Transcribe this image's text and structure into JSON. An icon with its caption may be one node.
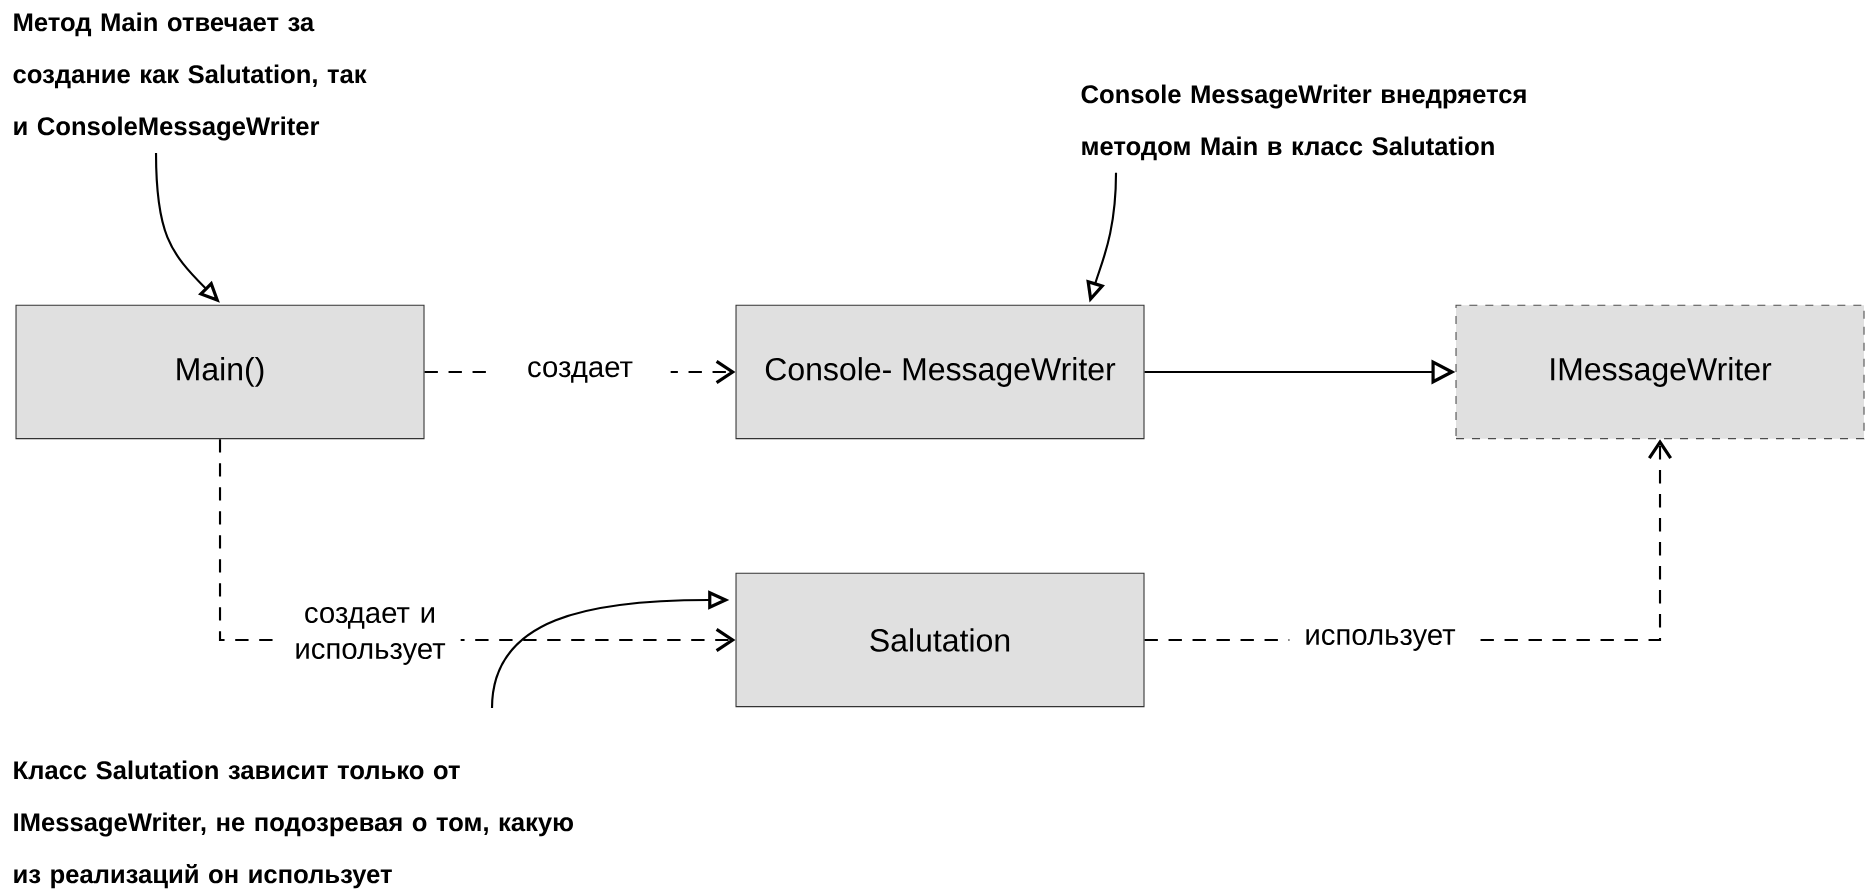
{
  "diagram": {
    "nodes": [
      {
        "text": [
          "Main()"
        ]
      },
      {
        "text": [
          "Console- MessageWriter"
        ]
      },
      {
        "text": [
          "IMessageWriter"
        ]
      },
      {
        "text": [
          "Salutation"
        ]
      },
      {
        "text": [
          "Метод Main отвечает за создание как Salutation, так и ConsoleMessageWriter"
        ]
      },
      {
        "text": [
          "Console MessageWriter внедряется методом Main в класс Salutation"
        ]
      },
      {
        "text": [
          "Класс Salutation зависит только от IMessageWriter, не подозревая о том, какую из реализаций он использует"
        ]
      }
    ],
    "edges": [
      {
        "from": 0,
        "to": 1,
        "arrow": "to",
        "label": "создает",
        "style": "dashed"
      },
      {
        "from": 1,
        "to": 2,
        "arrow": "to"
      },
      {
        "from": 0,
        "to": 3,
        "arrow": "to",
        "label": "создает и использует",
        "style": "dashed"
      },
      {
        "from": 3,
        "to": 2,
        "arrow": "to",
        "label": "использует",
        "style": "dashed"
      },
      {
        "from": 4,
        "to": 0,
        "arrow": "to"
      },
      {
        "from": 5,
        "to": 1,
        "arrow": "to"
      },
      {
        "from": 6,
        "to": 3,
        "arrow": "to"
      }
    ]
  }
}
